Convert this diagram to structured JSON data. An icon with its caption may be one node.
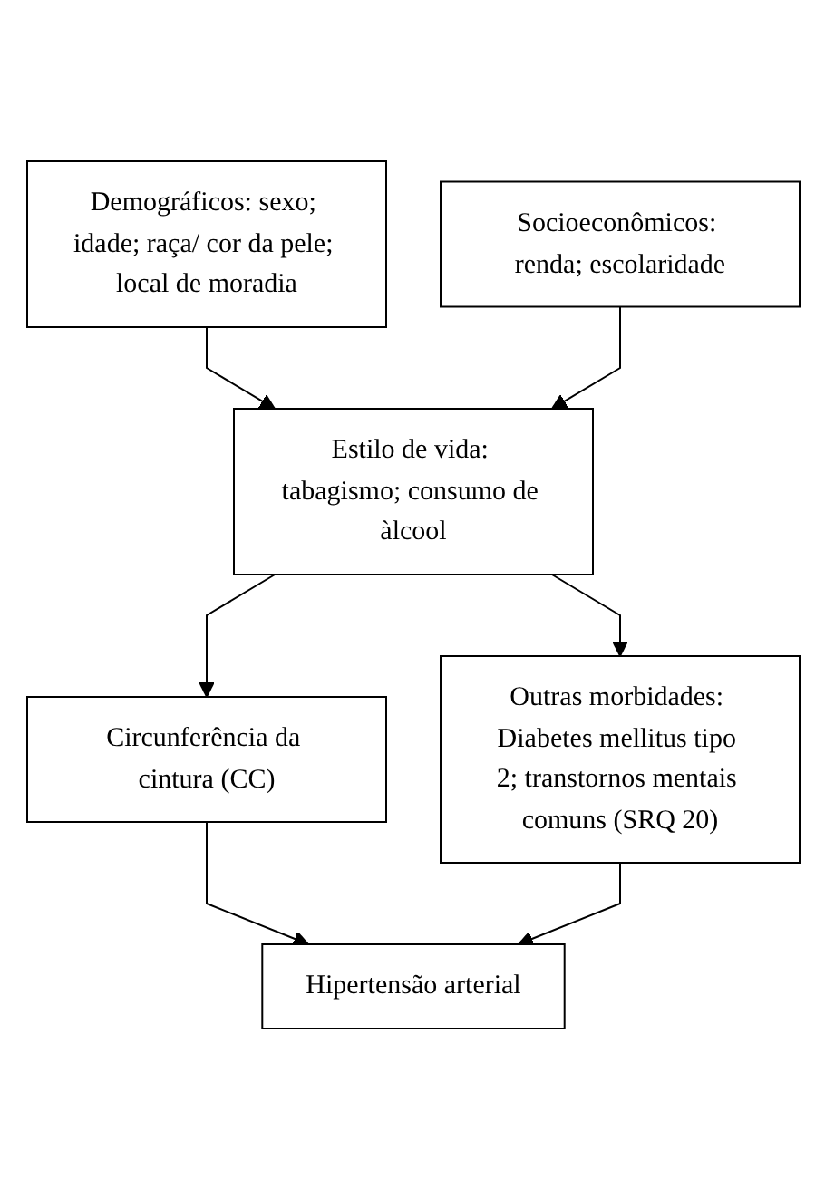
{
  "diagram": {
    "nodes": [
      {
        "text": [
          "Demográficos: sexo; idade; raça/ cor da pele; local de moradia"
        ]
      },
      {
        "text": [
          "Socioeconômicos: renda; escolaridade"
        ]
      },
      {
        "text": [
          "Estilo de vida: tabagismo; consumo de àlcool"
        ]
      },
      {
        "text": [
          "Circunferência da cintura (CC)"
        ]
      },
      {
        "text": [
          "Outras morbidades: Diabetes mellitus tipo 2; transtornos mentais comuns (SRQ 20)"
        ]
      },
      {
        "text": [
          "Hipertensão arterial"
        ]
      }
    ],
    "edges": [
      {
        "from": 0,
        "to": 2,
        "arrow": "to"
      },
      {
        "from": 1,
        "to": 2,
        "arrow": "to"
      },
      {
        "from": 2,
        "to": 3,
        "arrow": "to"
      },
      {
        "from": 2,
        "to": 4,
        "arrow": "to"
      },
      {
        "from": 3,
        "to": 5,
        "arrow": "to"
      },
      {
        "from": 4,
        "to": 5,
        "arrow": "to"
      }
    ]
  }
}
